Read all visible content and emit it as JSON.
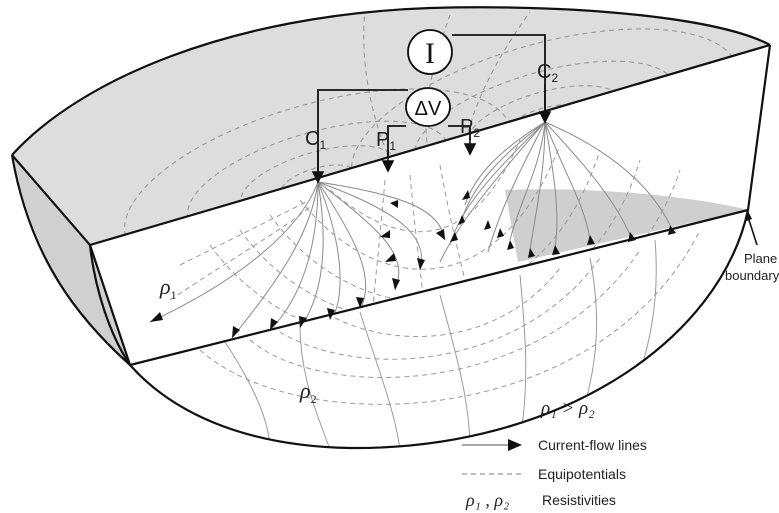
{
  "instrument": {
    "current_symbol": "I",
    "voltage_symbol": "ΔV"
  },
  "electrodes": {
    "c1": "C",
    "c1_sub": "1",
    "c2": "C",
    "c2_sub": "2",
    "p1": "P",
    "p1_sub": "1",
    "p2": "P",
    "p2_sub": "2"
  },
  "layers": {
    "upper_rho": "ρ",
    "upper_sub": "1",
    "lower_rho": "ρ",
    "lower_sub": "2",
    "relation": "ρ₁ > ρ₂"
  },
  "boundary_label": [
    "Plane",
    "boundary"
  ],
  "legend": {
    "current_lines": "Current-flow lines",
    "equipotentials": "Equipotentials",
    "resistivities_symbol": "ρ₁ , ρ₂",
    "resistivities": "Resistivities"
  },
  "colors": {
    "surface_fill": "#dddddd",
    "outline": "#111111",
    "current_line": "#8a8a8a",
    "equipotential": "#9a9a9a"
  }
}
